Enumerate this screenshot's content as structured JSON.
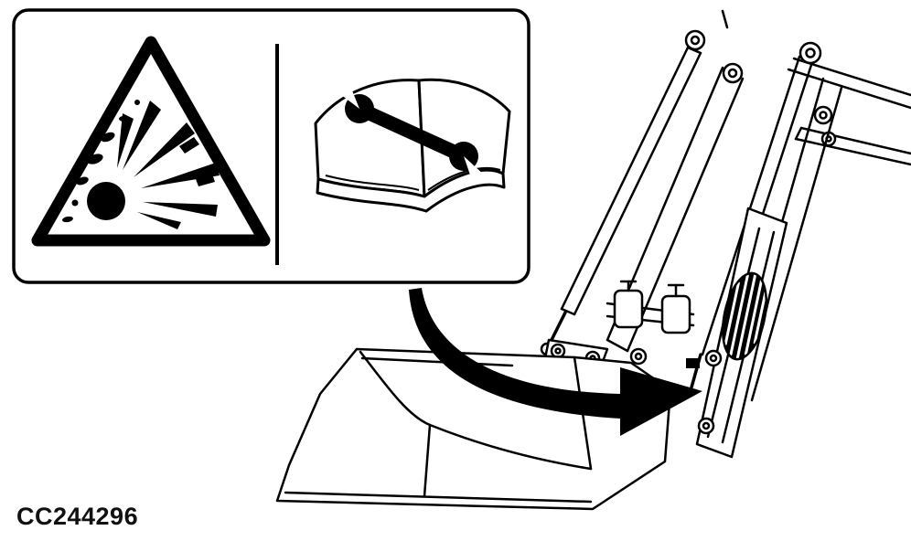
{
  "figure": {
    "code": "CC244296"
  },
  "safety_label": {
    "panels": [
      {
        "icon": "explosion-hazard-icon"
      },
      {
        "icon": "manual-wrench-icon"
      }
    ]
  },
  "illustration": {
    "subject": "loader-bucket-and-lift-arms",
    "callout": "curved-arrow-to-label-location"
  },
  "colors": {
    "line": "#000000",
    "background": "#ffffff"
  }
}
